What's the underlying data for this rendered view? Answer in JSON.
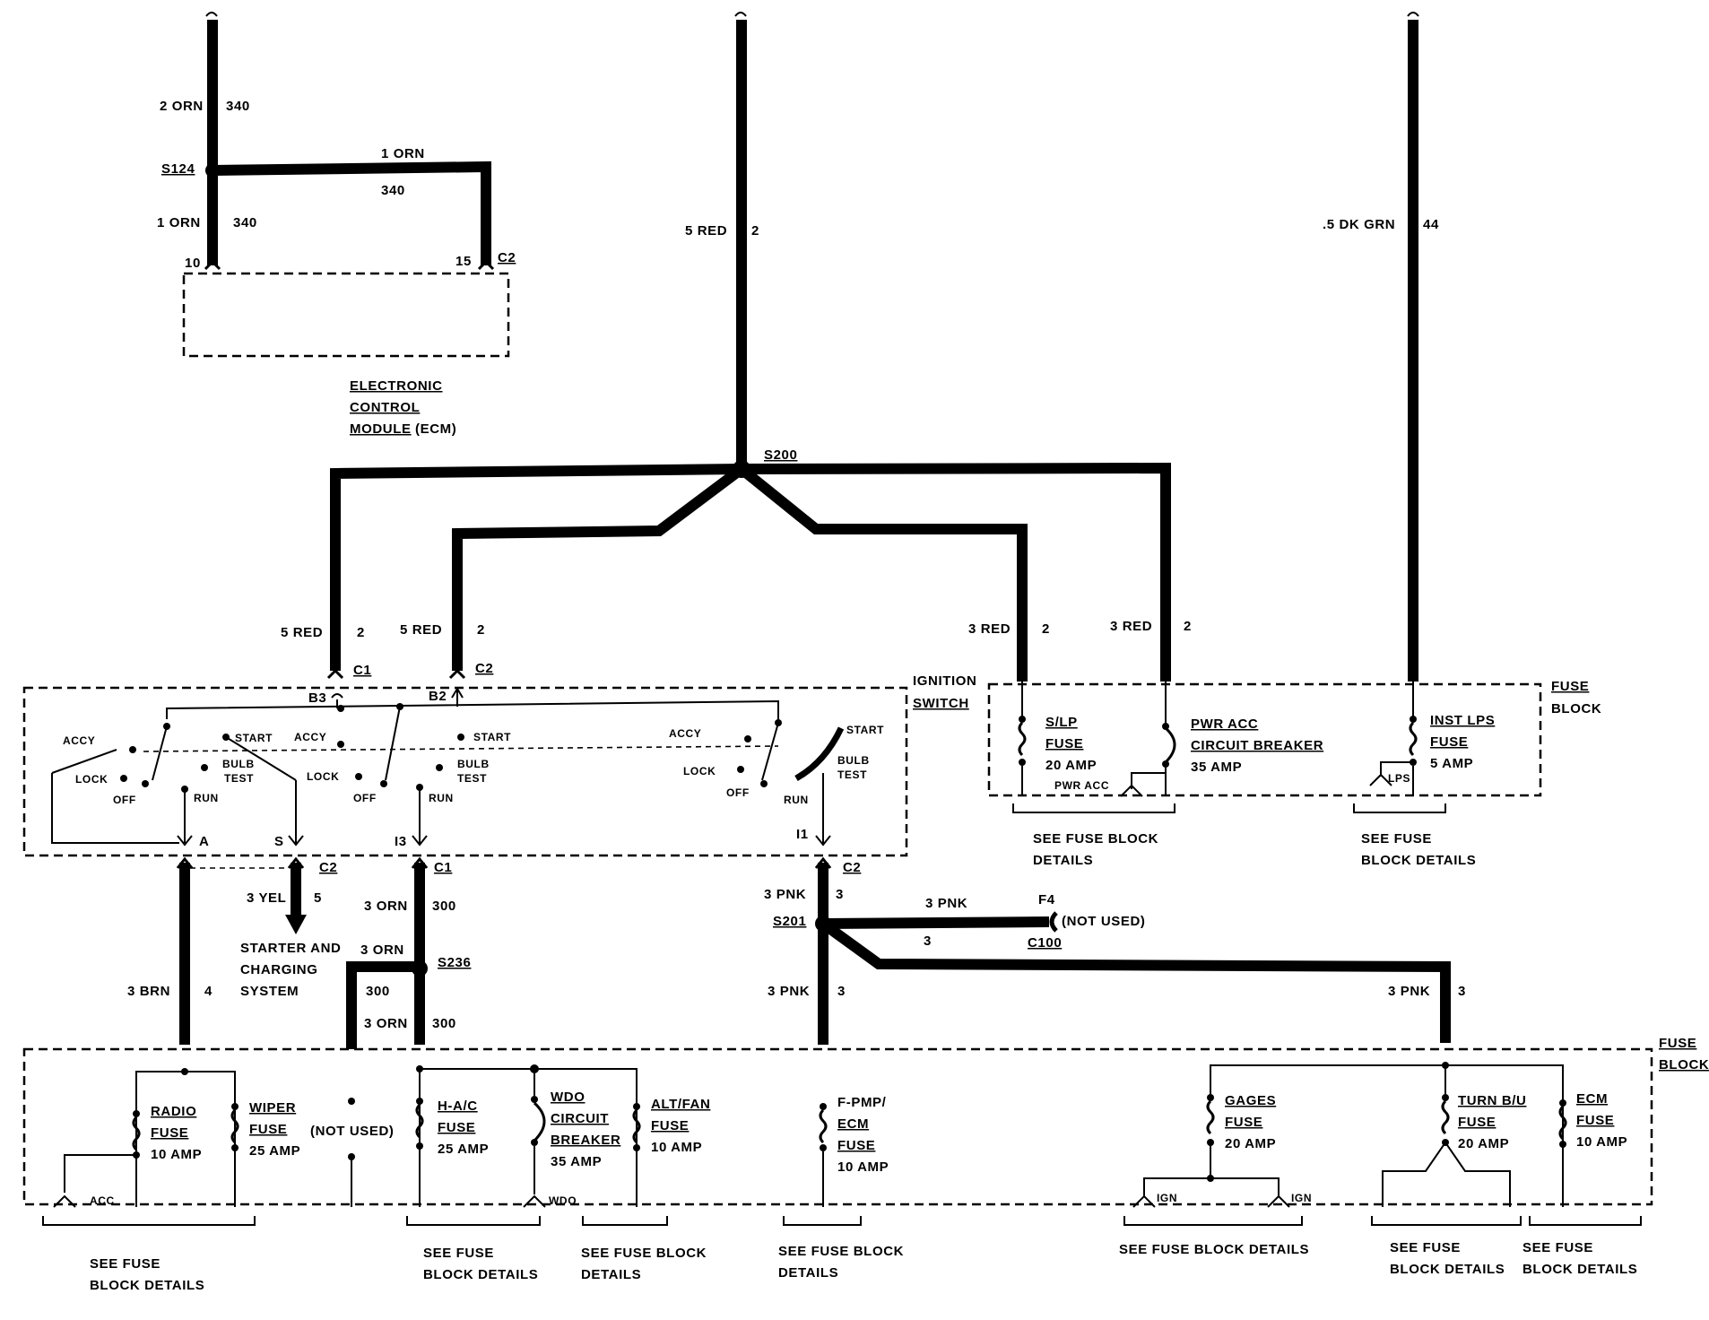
{
  "ecm": {
    "wire_top_color": "2 ORN",
    "wire_top_circuit": "340",
    "splice": "S124",
    "branch_color": "1 ORN",
    "branch_circuit": "340",
    "lower_color": "1 ORN",
    "lower_circuit": "340",
    "pin_a": "10",
    "pin_b": "15",
    "connector": "C2",
    "label_1": "ELECTRONIC",
    "label_2": "CONTROL",
    "label_3a": "MODULE",
    "label_3b": "(ECM)"
  },
  "feed_center": {
    "color": "5 RED",
    "circuit": "2",
    "splice": "S200"
  },
  "feed_right": {
    "color": ".5 DK GRN",
    "circuit": "44"
  },
  "ignition_switch": {
    "title_1": "IGNITION",
    "title_2": "SWITCH",
    "wire_c1_color": "5 RED",
    "wire_c1_circuit": "2",
    "conn_c1": "C1",
    "pin_b3": "B3",
    "wire_c2_color": "5 RED",
    "wire_c2_circuit": "2",
    "conn_c2": "C2",
    "pin_b2": "B2",
    "pos_accy": "ACCY",
    "pos_lock": "LOCK",
    "pos_off": "OFF",
    "pos_start": "START",
    "pos_bulb": "BULB",
    "pos_test": "TEST",
    "pos_run": "RUN",
    "pin_a": "A",
    "pin_s": "S",
    "pin_i3": "I3",
    "pin_i1": "I1"
  },
  "fuse_block_top": {
    "title_1": "FUSE",
    "title_2": "BLOCK",
    "wire1_color": "3 RED",
    "wire1_circuit": "2",
    "wire2_color": "3 RED",
    "wire2_circuit": "2",
    "slp_1": "S/LP",
    "slp_2": "FUSE",
    "slp_3": "20 AMP",
    "pwracc_1": "PWR ACC",
    "pwracc_2": "CIRCUIT BREAKER",
    "pwracc_3": "35 AMP",
    "pwracc_small": "PWR ACC",
    "instlps_1": "INST LPS",
    "instlps_2": "FUSE",
    "instlps_3": "5 AMP",
    "lps": "LPS",
    "see1_1": "SEE FUSE BLOCK",
    "see1_2": "DETAILS",
    "see2_1": "SEE FUSE",
    "see2_2": "BLOCK DETAILS"
  },
  "lower_wires": {
    "c2_a": "C2",
    "brn_color": "3 BRN",
    "brn_circuit": "4",
    "c2_s": "C2",
    "yel_color": "3 YEL",
    "yel_circuit": "5",
    "starter_1": "STARTER AND",
    "starter_2": "CHARGING",
    "starter_3": "SYSTEM",
    "c1": "C1",
    "orn_color": "3 ORN",
    "orn_circuit": "300",
    "splice_s236": "S236",
    "orn2_color": "3 ORN",
    "branch_circuit": "300",
    "orn3_color": "3 ORN",
    "orn3_circuit": "300",
    "c2_i1": "C2",
    "pnk_color": "3 PNK",
    "pnk_circuit": "3",
    "splice_s201": "S201",
    "f4_color": "3 PNK",
    "f4_circuit": "3",
    "f4_pin": "F4",
    "f4_note": "(NOT USED)",
    "f4_conn": "C100",
    "pnk2_color": "3 PNK",
    "pnk2_circuit": "3",
    "pnk3_color": "3 PNK",
    "pnk3_circuit": "3"
  },
  "fuse_block_bottom": {
    "title_1": "FUSE",
    "title_2": "BLOCK",
    "radio_1": "RADIO",
    "radio_2": "FUSE",
    "radio_3": "10 AMP",
    "acc": "ACC",
    "wiper_1": "WIPER",
    "wiper_2": "FUSE",
    "wiper_3": "25 AMP",
    "not_used": "(NOT USED)",
    "hac_1": "H-A/C",
    "hac_2": "FUSE",
    "hac_3": "25 AMP",
    "wdo_1": "WDO",
    "wdo_2": "CIRCUIT",
    "wdo_3": "BREAKER",
    "wdo_4": "35 AMP",
    "wdo_small": "WDO",
    "alt_1": "ALT/FAN",
    "alt_2": "FUSE",
    "alt_3": "10 AMP",
    "fpmp_1": "F-PMP/",
    "fpmp_2": "ECM",
    "fpmp_3": "FUSE",
    "fpmp_4": "10 AMP",
    "gages_1": "GAGES",
    "gages_2": "FUSE",
    "gages_3": "20 AMP",
    "ign_a": "IGN",
    "ign_b": "IGN",
    "turn_1": "TURN B/U",
    "turn_2": "FUSE",
    "turn_3": "20 AMP",
    "ecm_1": "ECM",
    "ecm_2": "FUSE",
    "ecm_3": "10 AMP",
    "see_a1": "SEE FUSE",
    "see_a2": "BLOCK DETAILS",
    "see_b1": "SEE FUSE",
    "see_b2": "BLOCK DETAILS",
    "see_c1": "SEE FUSE BLOCK",
    "see_c2": "DETAILS",
    "see_d1": "SEE FUSE  BLOCK",
    "see_d2": "DETAILS",
    "see_e": "SEE FUSE BLOCK DETAILS",
    "see_f1": "SEE FUSE",
    "see_f2": "BLOCK DETAILS",
    "see_g1": "SEE FUSE",
    "see_g2": "BLOCK DETAILS"
  }
}
